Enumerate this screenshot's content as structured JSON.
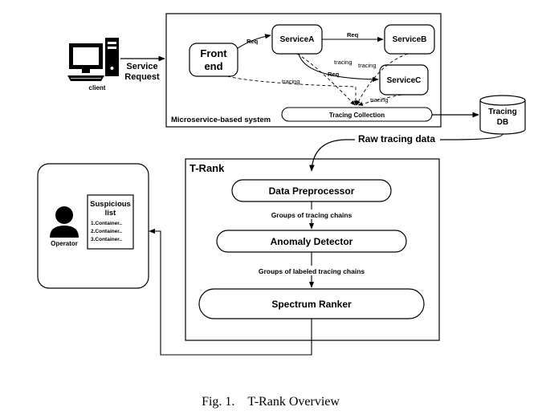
{
  "client": {
    "label": "client",
    "request_line1": "Service",
    "request_line2": "Request"
  },
  "microservice_system": {
    "label": "Microservice-based system",
    "frontend_line1": "Front",
    "frontend_line2": "end",
    "service_a": "ServiceA",
    "service_b": "ServiceB",
    "service_c": "ServiceC",
    "req": "Req",
    "tracing": "tracing",
    "tracing_collection": "Tracing Collection"
  },
  "tracing_db": {
    "line1": "Tracing",
    "line2": "DB"
  },
  "raw_tracing_data": "Raw tracing data",
  "trank": {
    "title": "T-Rank",
    "data_preprocessor": "Data Preprocessor",
    "groups_tracing_chains": "Groups of tracing chains",
    "anomaly_detector": "Anomaly Detector",
    "groups_labeled_chains": "Groups of labeled tracing chains",
    "spectrum_ranker": "Spectrum Ranker"
  },
  "operator": {
    "label": "Operator",
    "list_title1": "Suspicious",
    "list_title2": "list",
    "items": [
      "1.Container..",
      "2.Container..",
      "3.Container.."
    ]
  },
  "caption": "Fig. 1. T-Rank Overview"
}
